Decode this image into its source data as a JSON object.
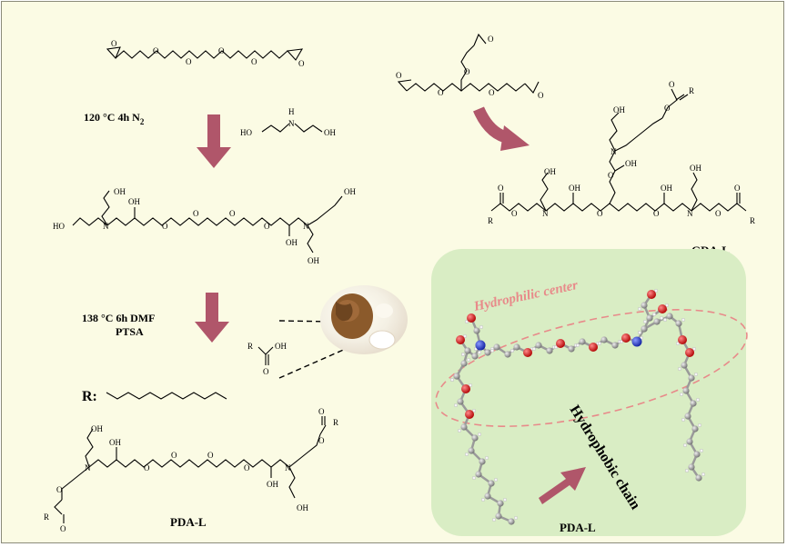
{
  "conditions": {
    "step1": "120 °C  4h N",
    "step1_sub": "2",
    "step2_line1": "138 °C 6h  DMF",
    "step2_line2": "PTSA"
  },
  "atoms": {
    "oh": "OH",
    "ho": "HO",
    "o": "O",
    "n": "N",
    "h": "H",
    "r": "R"
  },
  "r_group_label": "R:",
  "compounds": {
    "pda": "PDA-L",
    "gda": "GDA-L",
    "pda_model": "PDA-L"
  },
  "model_labels": {
    "hydrophilic": "Hydrophilic center",
    "hydrophobic": "Hydrophobic chain"
  },
  "colors": {
    "background": "#fbfbe4",
    "arrow": "#b0566a",
    "model_panel": "#d9edc4",
    "dash_ellipse": "#e88a8a",
    "oxygen": "#d42020",
    "nitrogen": "#2030c8",
    "carbon": "#8a8a8a"
  }
}
